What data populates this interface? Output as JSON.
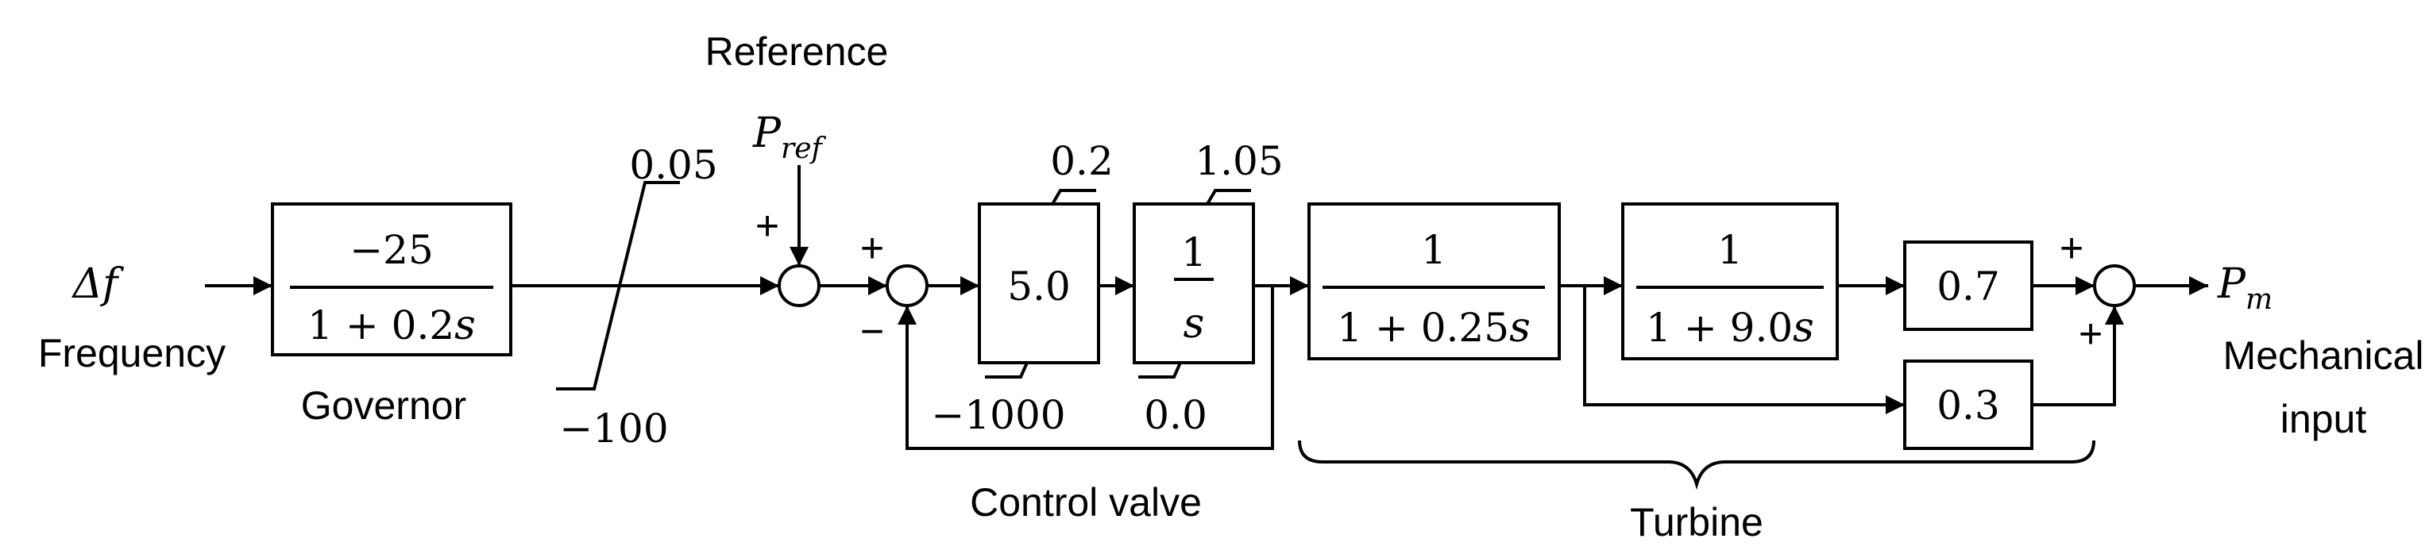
{
  "input": {
    "symbol": "Δf",
    "label": "Frequency"
  },
  "reference": {
    "label": "Reference",
    "symbol": "P",
    "subscript": "ref"
  },
  "governor": {
    "numerator": "−25",
    "den_const": "1 + 0.2",
    "den_var": "s",
    "label": "Governor"
  },
  "governor_limiter": {
    "upper": "0.05",
    "lower": "−100"
  },
  "control_valve": {
    "gain": "5.0",
    "gain_upper": "0.2",
    "gain_lower": "−1000",
    "integrator_num": "1",
    "integrator_den": "s",
    "int_upper": "1.05",
    "int_lower": "0.0",
    "label": "Control valve"
  },
  "turbine": {
    "block1_num": "1",
    "block1_den_const": "1 + 0.25",
    "block1_den_var": "s",
    "block2_num": "1",
    "block2_den_const": "1 + 9.0",
    "block2_den_var": "s",
    "gain_a": "0.7",
    "gain_b": "0.3",
    "label": "Turbine"
  },
  "output": {
    "symbol": "P",
    "subscript": "m",
    "label_line1": "Mechanical",
    "label_line2": "input"
  },
  "signs": {
    "plus": "+",
    "minus": "−"
  }
}
